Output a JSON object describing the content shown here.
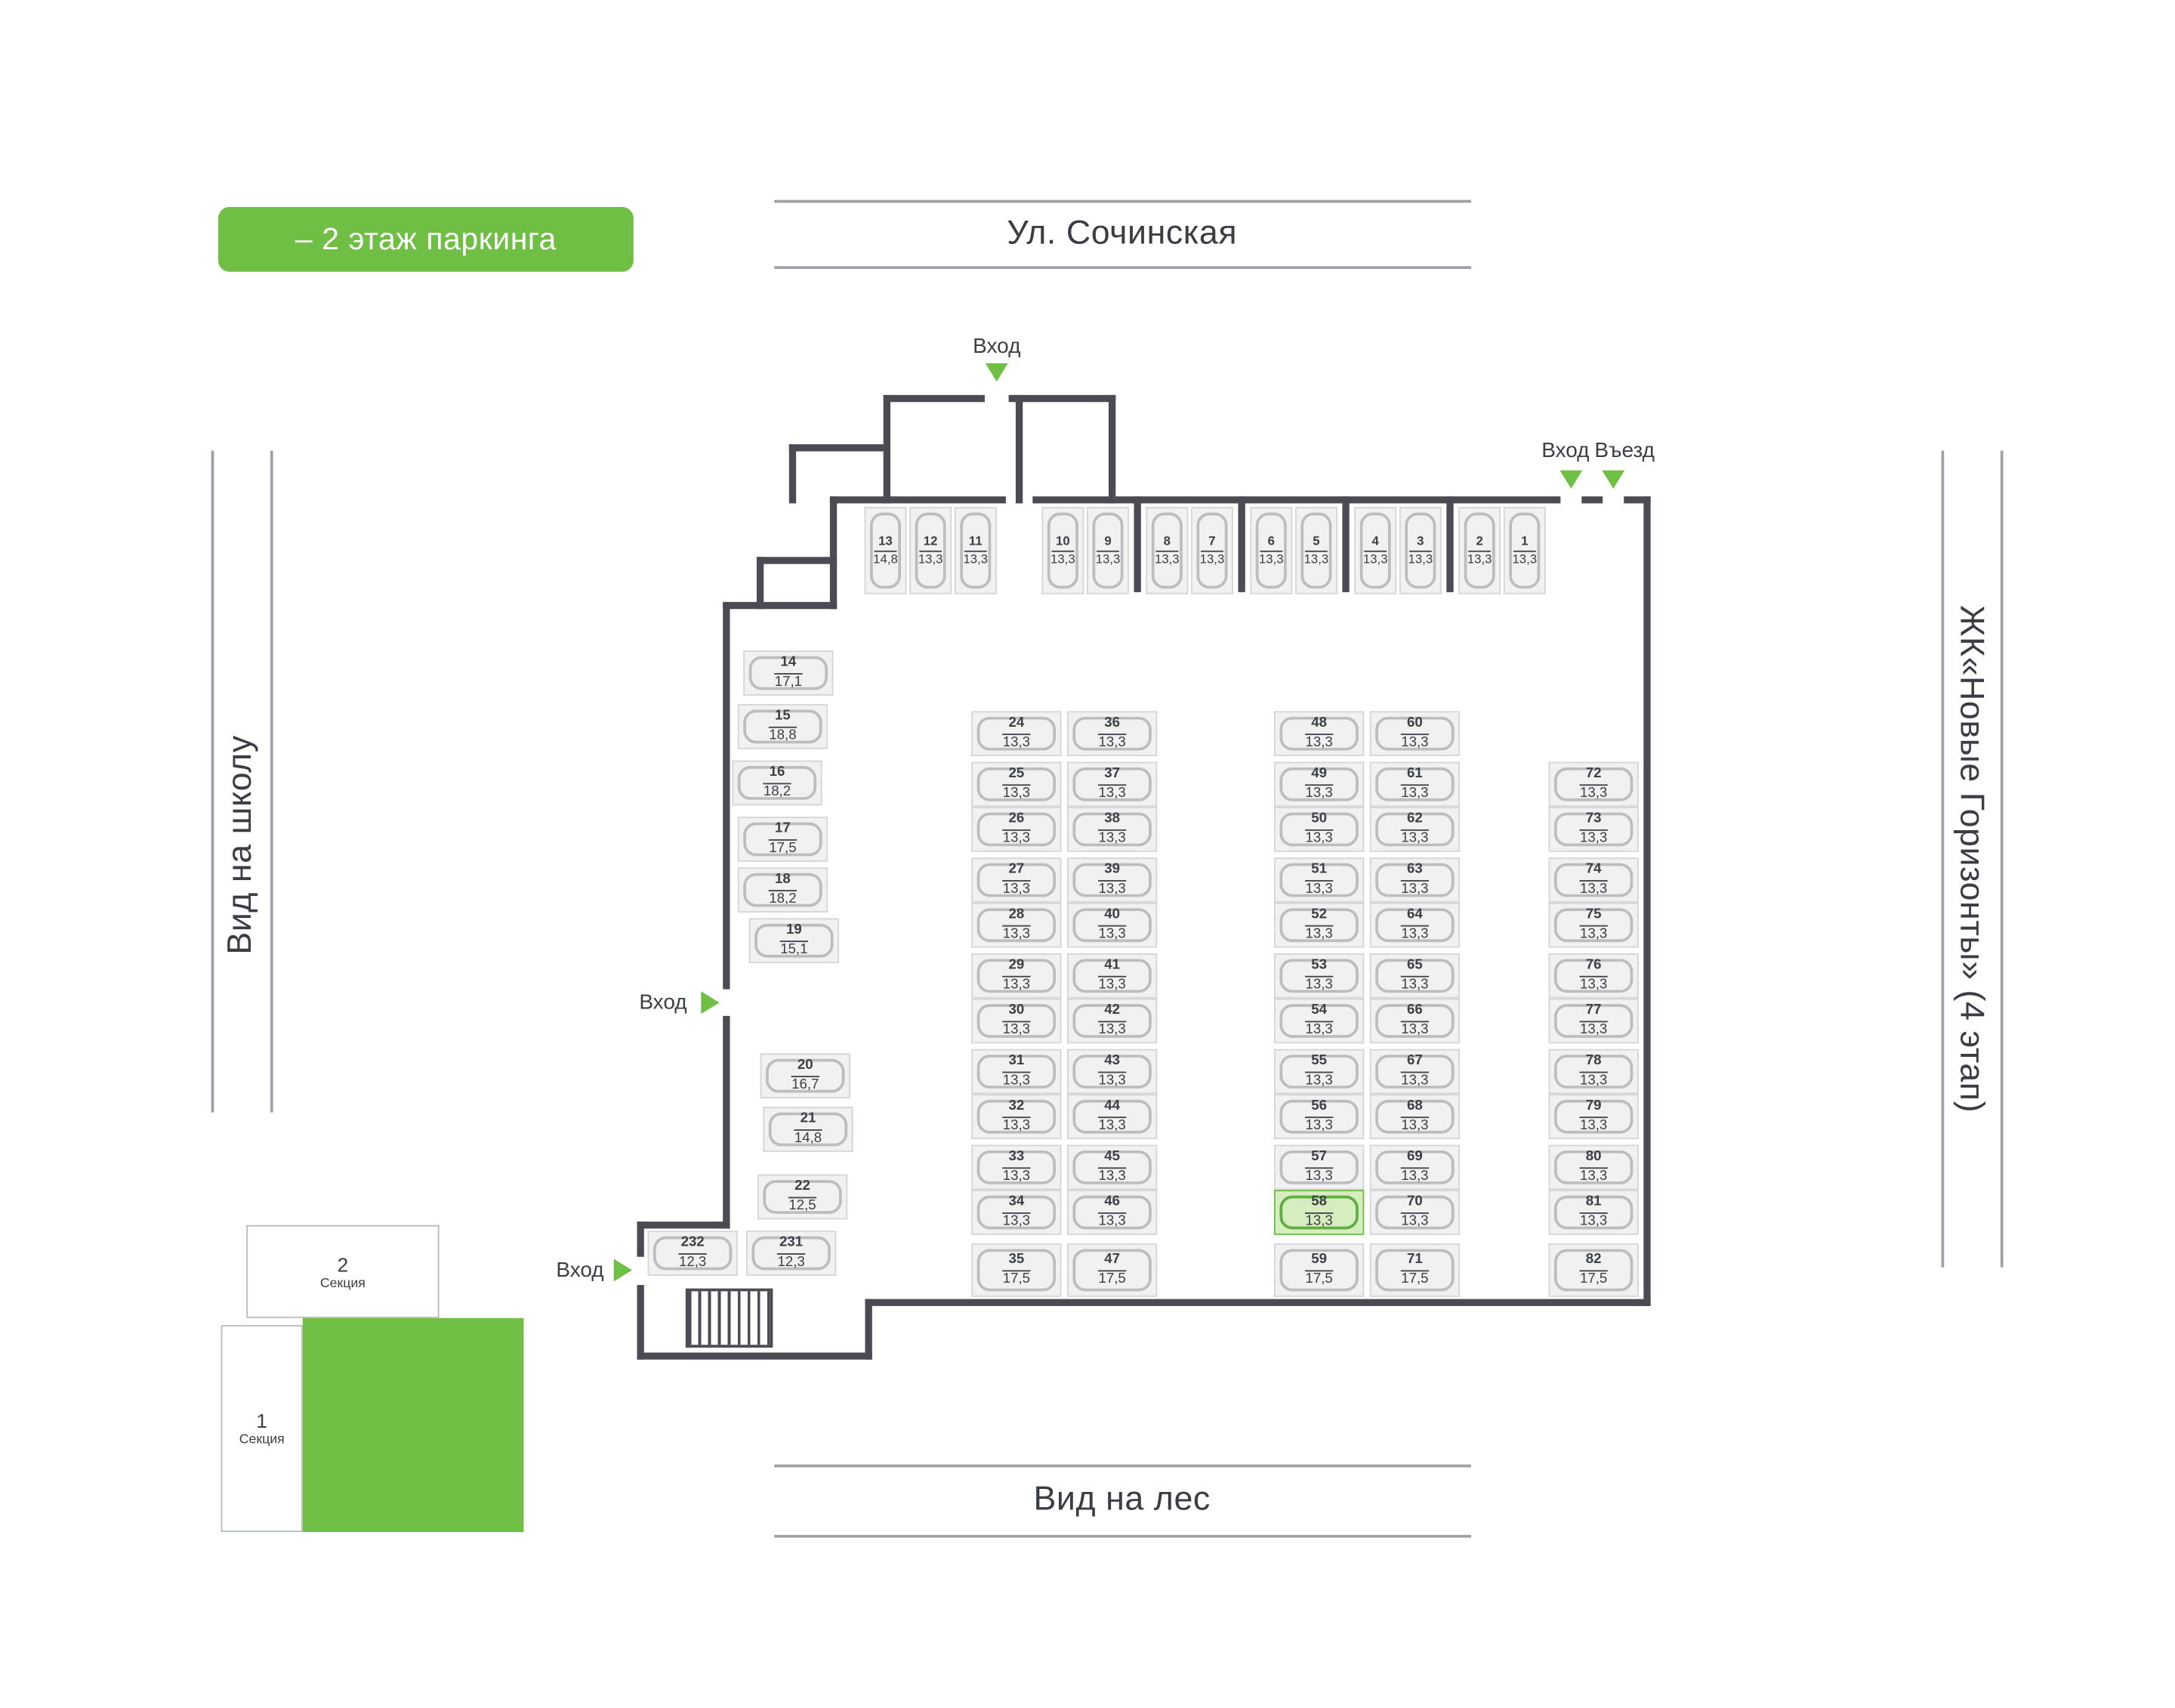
{
  "badge": {
    "label": "– 2 этаж паркинга"
  },
  "streets": {
    "top": "Ул. Сочинская",
    "bottom": "Вид на лес",
    "left": "Вид на школу",
    "right": "ЖК«Новые Горизонты» (4 этап)"
  },
  "entrances": [
    {
      "label": "Вход",
      "location": "top"
    },
    {
      "label": "Вход",
      "location": "top-right"
    },
    {
      "label": "Въезд",
      "location": "top-right-drive-in"
    },
    {
      "label": "Вход",
      "location": "left"
    },
    {
      "label": "Вход",
      "location": "bottom-left"
    }
  ],
  "sections": [
    {
      "number": "2",
      "label": "Секция"
    },
    {
      "number": "1",
      "label": "Секция"
    }
  ],
  "colors": {
    "accent_green": "#6FBF44",
    "wall": "#4A4B53",
    "stall_fill": "#F1F1F1",
    "stall_border": "#D6D6D6",
    "stall_icon": "#BDBDBD",
    "stall_highlight_fill": "#D5EDBF",
    "text": "#3C4046"
  },
  "stalls": {
    "highlighted_num": "58",
    "top_row": [
      {
        "num": "13",
        "area": "14,8"
      },
      {
        "num": "12",
        "area": "13,3"
      },
      {
        "num": "11",
        "area": "13,3"
      },
      {
        "num": "10",
        "area": "13,3"
      },
      {
        "num": "9",
        "area": "13,3"
      },
      {
        "num": "8",
        "area": "13,3"
      },
      {
        "num": "7",
        "area": "13,3"
      },
      {
        "num": "6",
        "area": "13,3"
      },
      {
        "num": "5",
        "area": "13,3"
      },
      {
        "num": "4",
        "area": "13,3"
      },
      {
        "num": "3",
        "area": "13,3"
      },
      {
        "num": "2",
        "area": "13,3"
      },
      {
        "num": "1",
        "area": "13,3"
      }
    ],
    "left_col": [
      {
        "num": "14",
        "area": "17,1"
      },
      {
        "num": "15",
        "area": "18,8"
      },
      {
        "num": "16",
        "area": "18,2"
      },
      {
        "num": "17",
        "area": "17,5"
      },
      {
        "num": "18",
        "area": "18,2"
      },
      {
        "num": "19",
        "area": "15,1"
      },
      {
        "num": "20",
        "area": "16,7"
      },
      {
        "num": "21",
        "area": "14,8"
      },
      {
        "num": "22",
        "area": "12,5"
      },
      {
        "num": "232",
        "area": "12,3"
      },
      {
        "num": "231",
        "area": "12,3"
      }
    ],
    "col_a": [
      {
        "num": "24",
        "area": "13,3"
      },
      {
        "num": "25",
        "area": "13,3"
      },
      {
        "num": "26",
        "area": "13,3"
      },
      {
        "num": "27",
        "area": "13,3"
      },
      {
        "num": "28",
        "area": "13,3"
      },
      {
        "num": "29",
        "area": "13,3"
      },
      {
        "num": "30",
        "area": "13,3"
      },
      {
        "num": "31",
        "area": "13,3"
      },
      {
        "num": "32",
        "area": "13,3"
      },
      {
        "num": "33",
        "area": "13,3"
      },
      {
        "num": "34",
        "area": "13,3"
      },
      {
        "num": "35",
        "area": "17,5"
      }
    ],
    "col_b": [
      {
        "num": "36",
        "area": "13,3"
      },
      {
        "num": "37",
        "area": "13,3"
      },
      {
        "num": "38",
        "area": "13,3"
      },
      {
        "num": "39",
        "area": "13,3"
      },
      {
        "num": "40",
        "area": "13,3"
      },
      {
        "num": "41",
        "area": "13,3"
      },
      {
        "num": "42",
        "area": "13,3"
      },
      {
        "num": "43",
        "area": "13,3"
      },
      {
        "num": "44",
        "area": "13,3"
      },
      {
        "num": "45",
        "area": "13,3"
      },
      {
        "num": "46",
        "area": "13,3"
      },
      {
        "num": "47",
        "area": "17,5"
      }
    ],
    "col_c": [
      {
        "num": "48",
        "area": "13,3"
      },
      {
        "num": "49",
        "area": "13,3"
      },
      {
        "num": "50",
        "area": "13,3"
      },
      {
        "num": "51",
        "area": "13,3"
      },
      {
        "num": "52",
        "area": "13,3"
      },
      {
        "num": "53",
        "area": "13,3"
      },
      {
        "num": "54",
        "area": "13,3"
      },
      {
        "num": "55",
        "area": "13,3"
      },
      {
        "num": "56",
        "area": "13,3"
      },
      {
        "num": "57",
        "area": "13,3"
      },
      {
        "num": "58",
        "area": "13,3"
      },
      {
        "num": "59",
        "area": "17,5"
      }
    ],
    "col_d": [
      {
        "num": "60",
        "area": "13,3"
      },
      {
        "num": "61",
        "area": "13,3"
      },
      {
        "num": "62",
        "area": "13,3"
      },
      {
        "num": "63",
        "area": "13,3"
      },
      {
        "num": "64",
        "area": "13,3"
      },
      {
        "num": "65",
        "area": "13,3"
      },
      {
        "num": "66",
        "area": "13,3"
      },
      {
        "num": "67",
        "area": "13,3"
      },
      {
        "num": "68",
        "area": "13,3"
      },
      {
        "num": "69",
        "area": "13,3"
      },
      {
        "num": "70",
        "area": "13,3"
      },
      {
        "num": "71",
        "area": "17,5"
      }
    ],
    "right_col": [
      {
        "num": "72",
        "area": "13,3"
      },
      {
        "num": "73",
        "area": "13,3"
      },
      {
        "num": "74",
        "area": "13,3"
      },
      {
        "num": "75",
        "area": "13,3"
      },
      {
        "num": "76",
        "area": "13,3"
      },
      {
        "num": "77",
        "area": "13,3"
      },
      {
        "num": "78",
        "area": "13,3"
      },
      {
        "num": "79",
        "area": "13,3"
      },
      {
        "num": "80",
        "area": "13,3"
      },
      {
        "num": "81",
        "area": "13,3"
      },
      {
        "num": "82",
        "area": "17,5"
      }
    ]
  }
}
